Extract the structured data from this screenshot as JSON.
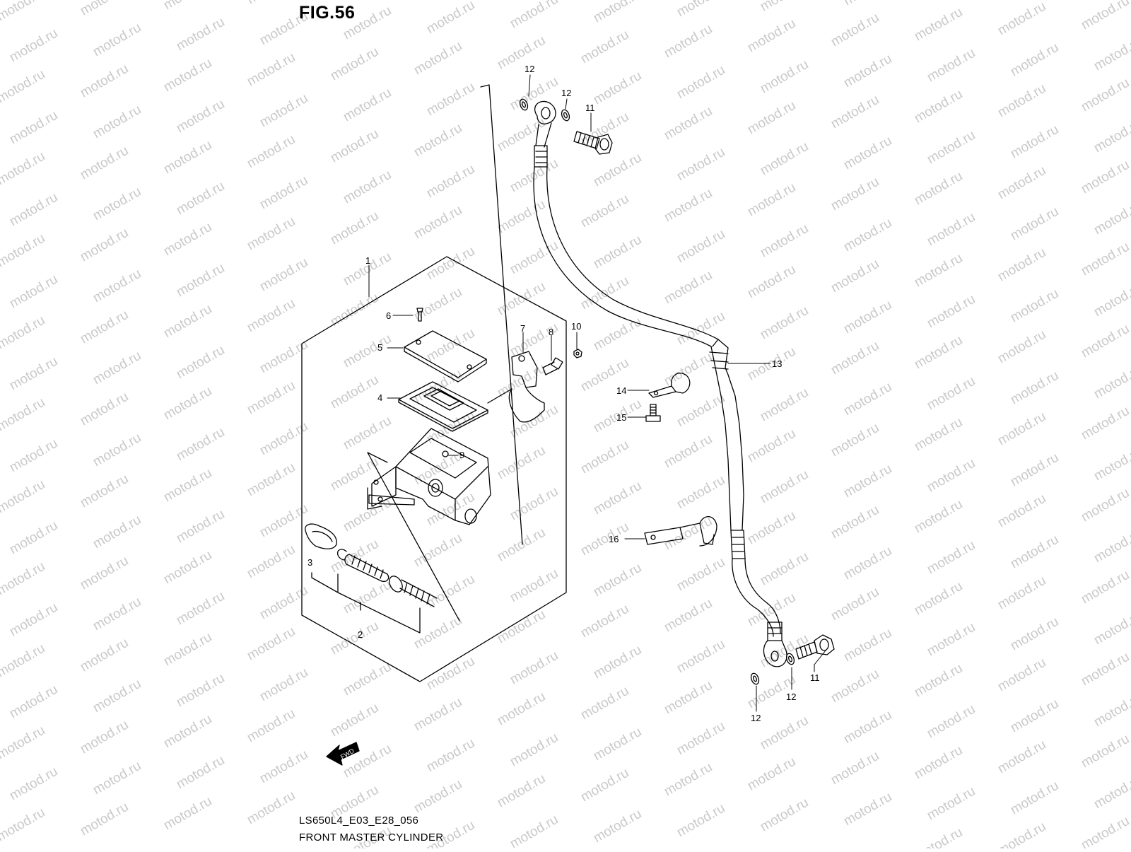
{
  "figure": {
    "title": "FIG.56",
    "diagram_code": "LS650L4_E03_E28_056",
    "diagram_name": "FRONT MASTER CYLINDER"
  },
  "watermark": "motod.ru",
  "direction_arrow": "FWD",
  "callouts": {
    "c1": "1",
    "c2": "2",
    "c3": "3",
    "c4": "4",
    "c5": "5",
    "c6": "6",
    "c7": "7",
    "c8": "8",
    "c9": "9",
    "c10": "10",
    "c11a": "11",
    "c11b": "11",
    "c12a": "12",
    "c12b": "12",
    "c12c": "12",
    "c12d": "12",
    "c13": "13",
    "c14": "14",
    "c15": "15",
    "c16": "16"
  },
  "colors": {
    "line": "#000000",
    "watermark": "#c9c9c9",
    "background": "#ffffff"
  }
}
